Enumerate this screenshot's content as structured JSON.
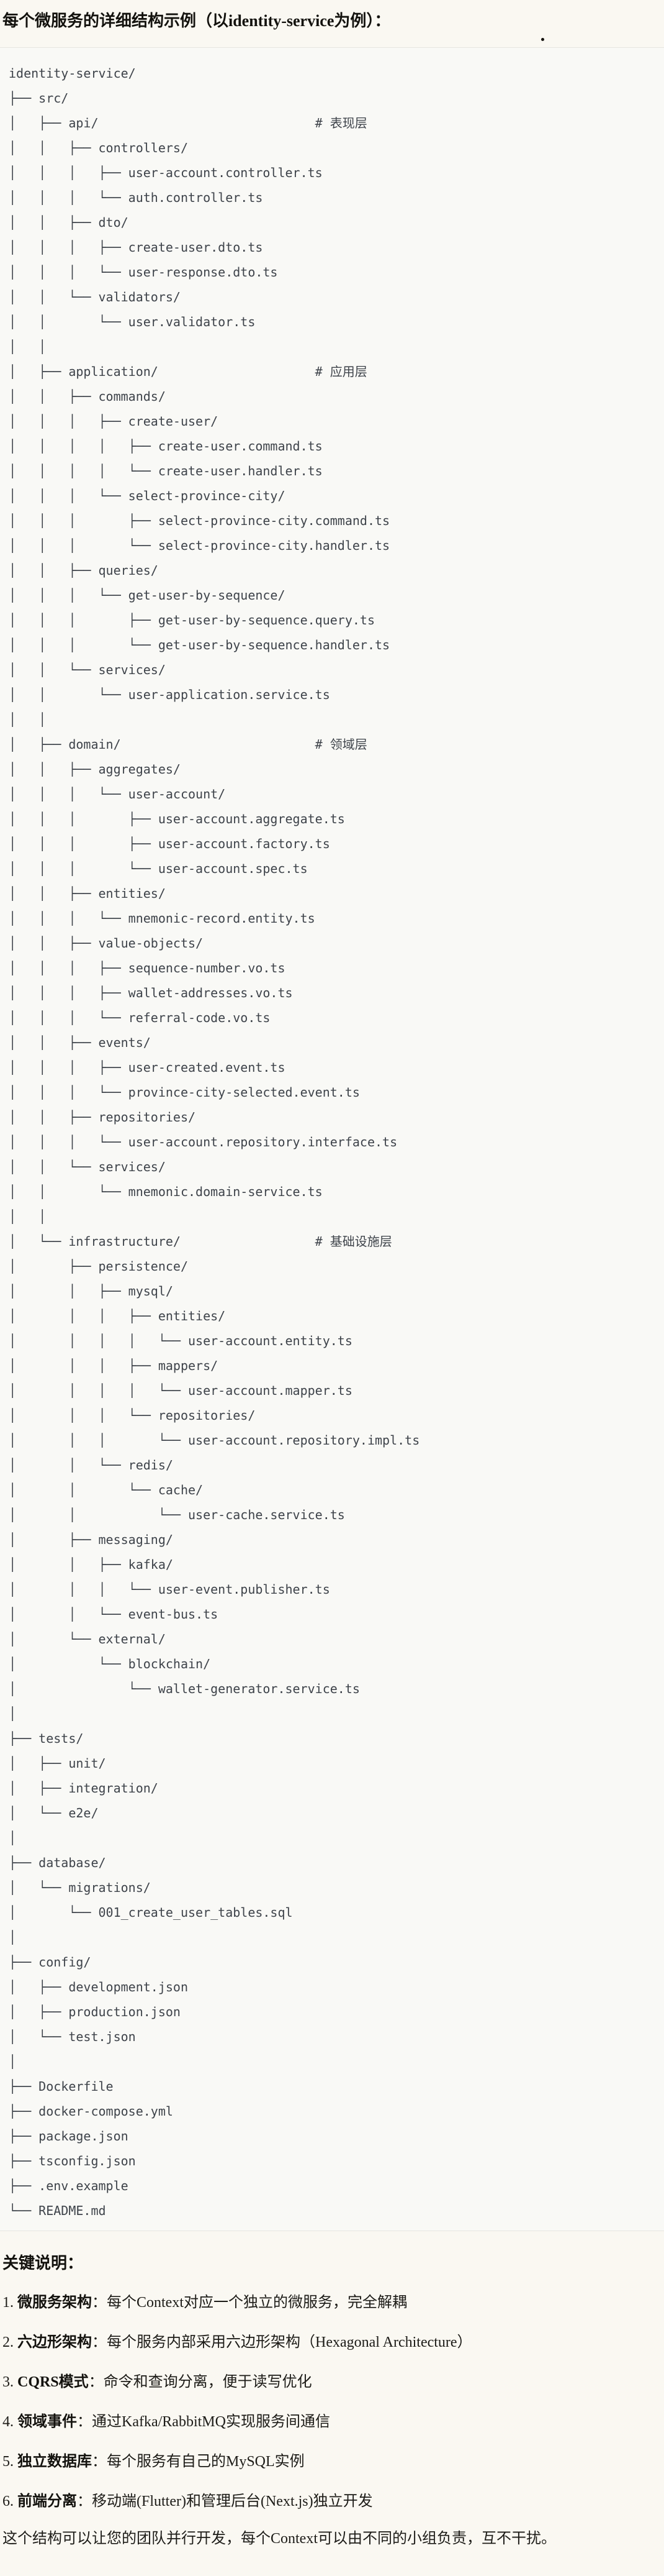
{
  "page": {
    "title": "每个微服务的详细结构示例（以identity-service为例）：",
    "colors": {
      "page_bg": "#faf8f2",
      "code_bg": "#f9f9f6",
      "border": "#e7e5e0",
      "code_text": "#3e434a",
      "text": "#1d1c18"
    }
  },
  "tree": {
    "root": "identity-service/",
    "layer_comments": [
      "# 表现层",
      "# 应用层",
      "# 领域层",
      "# 基础设施层"
    ],
    "lines": [
      "identity-service/",
      "├── src/",
      "│   ├── api/                             # 表现层",
      "│   │   ├── controllers/",
      "│   │   │   ├── user-account.controller.ts",
      "│   │   │   └── auth.controller.ts",
      "│   │   ├── dto/",
      "│   │   │   ├── create-user.dto.ts",
      "│   │   │   └── user-response.dto.ts",
      "│   │   └── validators/",
      "│   │       └── user.validator.ts",
      "│   │",
      "│   ├── application/                     # 应用层",
      "│   │   ├── commands/",
      "│   │   │   ├── create-user/",
      "│   │   │   │   ├── create-user.command.ts",
      "│   │   │   │   └── create-user.handler.ts",
      "│   │   │   └── select-province-city/",
      "│   │   │       ├── select-province-city.command.ts",
      "│   │   │       └── select-province-city.handler.ts",
      "│   │   ├── queries/",
      "│   │   │   └── get-user-by-sequence/",
      "│   │   │       ├── get-user-by-sequence.query.ts",
      "│   │   │       └── get-user-by-sequence.handler.ts",
      "│   │   └── services/",
      "│   │       └── user-application.service.ts",
      "│   │",
      "│   ├── domain/                          # 领域层",
      "│   │   ├── aggregates/",
      "│   │   │   └── user-account/",
      "│   │   │       ├── user-account.aggregate.ts",
      "│   │   │       ├── user-account.factory.ts",
      "│   │   │       └── user-account.spec.ts",
      "│   │   ├── entities/",
      "│   │   │   └── mnemonic-record.entity.ts",
      "│   │   ├── value-objects/",
      "│   │   │   ├── sequence-number.vo.ts",
      "│   │   │   ├── wallet-addresses.vo.ts",
      "│   │   │   └── referral-code.vo.ts",
      "│   │   ├── events/",
      "│   │   │   ├── user-created.event.ts",
      "│   │   │   └── province-city-selected.event.ts",
      "│   │   ├── repositories/",
      "│   │   │   └── user-account.repository.interface.ts",
      "│   │   └── services/",
      "│   │       └── mnemonic.domain-service.ts",
      "│   │",
      "│   └── infrastructure/                  # 基础设施层",
      "│       ├── persistence/",
      "│       │   ├── mysql/",
      "│       │   │   ├── entities/",
      "│       │   │   │   └── user-account.entity.ts",
      "│       │   │   ├── mappers/",
      "│       │   │   │   └── user-account.mapper.ts",
      "│       │   │   └── repositories/",
      "│       │   │       └── user-account.repository.impl.ts",
      "│       │   └── redis/",
      "│       │       └── cache/",
      "│       │           └── user-cache.service.ts",
      "│       ├── messaging/",
      "│       │   ├── kafka/",
      "│       │   │   └── user-event.publisher.ts",
      "│       │   └── event-bus.ts",
      "│       └── external/",
      "│           └── blockchain/",
      "│               └── wallet-generator.service.ts",
      "│",
      "├── tests/",
      "│   ├── unit/",
      "│   ├── integration/",
      "│   └── e2e/",
      "│",
      "├── database/",
      "│   └── migrations/",
      "│       └── 001_create_user_tables.sql",
      "│",
      "├── config/",
      "│   ├── development.json",
      "│   ├── production.json",
      "│   └── test.json",
      "│",
      "├── Dockerfile",
      "├── docker-compose.yml",
      "├── package.json",
      "├── tsconfig.json",
      "├── .env.example",
      "└── README.md"
    ]
  },
  "key_notes": {
    "heading": "关键说明：",
    "items": [
      {
        "num": "1. ",
        "term": "微服务架构",
        "desc": "：每个Context对应一个独立的微服务，完全解耦"
      },
      {
        "num": "2. ",
        "term": "六边形架构",
        "desc": "：每个服务内部采用六边形架构（Hexagonal Architecture）"
      },
      {
        "num": "3. ",
        "term": "CQRS模式",
        "desc": "：命令和查询分离，便于读写优化"
      },
      {
        "num": "4. ",
        "term": "领域事件",
        "desc": "：通过Kafka/RabbitMQ实现服务间通信"
      },
      {
        "num": "5. ",
        "term": "独立数据库",
        "desc": "：每个服务有自己的MySQL实例"
      },
      {
        "num": "6. ",
        "term": "前端分离",
        "desc": "：移动端(Flutter)和管理后台(Next.js)独立开发"
      }
    ],
    "footer": "这个结构可以让您的团队并行开发，每个Context可以由不同的小组负责，互不干扰。"
  }
}
